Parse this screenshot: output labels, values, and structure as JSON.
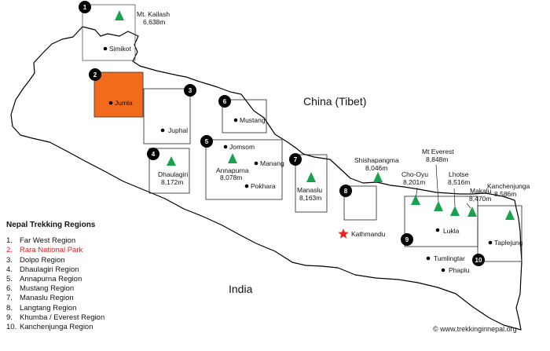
{
  "country_labels": {
    "north": "China (Tibet)",
    "south": "India"
  },
  "peaks": [
    {
      "name": "Mt. Kailash",
      "elevation": "6,638m"
    },
    {
      "name": "Dhaulagiri",
      "elevation": "8,172m"
    },
    {
      "name": "Annapurna",
      "elevation": "8,078m"
    },
    {
      "name": "Manaslu",
      "elevation": "8,163m"
    },
    {
      "name": "Shishapangma",
      "elevation": "8,046m"
    },
    {
      "name": "Cho-Oyu",
      "elevation": "8,201m"
    },
    {
      "name": "Mt Everest",
      "elevation": "8,848m"
    },
    {
      "name": "Lhotse",
      "elevation": "8,516m"
    },
    {
      "name": "Makalu",
      "elevation": "8,470m"
    },
    {
      "name": "Kanchenjunga",
      "elevation": "8,586m"
    }
  ],
  "towns": [
    "Simikot",
    "Jumla",
    "Juphal",
    "Mustang",
    "Jomsom",
    "Manang",
    "Pokhara",
    "Lukla",
    "Tumlingtar",
    "Phaplu",
    "Taplejung"
  ],
  "capital": "Kathmandu",
  "region_numbers": [
    "1",
    "2",
    "3",
    "4",
    "5",
    "6",
    "7",
    "8",
    "9",
    "10"
  ],
  "highlighted_region": "2",
  "colors": {
    "highlight_fill": "#f26b1d",
    "peak": "#1aa251",
    "capital_star": "#e8231f",
    "highlight_text": "#e02020"
  },
  "icons": {
    "peak": "triangle-icon",
    "town": "dot-icon",
    "capital": "star-icon"
  },
  "legend": {
    "title": "Nepal Trekking Regions",
    "items": [
      {
        "num": "1.",
        "label": "Far West Region"
      },
      {
        "num": "2.",
        "label": "Rara National Park"
      },
      {
        "num": "3.",
        "label": "Dolpo Region"
      },
      {
        "num": "4.",
        "label": "Dhaulagiri Region"
      },
      {
        "num": "5.",
        "label": "Annapurna Region"
      },
      {
        "num": "6.",
        "label": "Mustang Region"
      },
      {
        "num": "7.",
        "label": "Manaslu Region"
      },
      {
        "num": "8.",
        "label": "Langtang Region"
      },
      {
        "num": "9.",
        "label": "Khumba / Everest Region"
      },
      {
        "num": "10.",
        "label": "Kanchenjunga Region"
      }
    ]
  },
  "credit": "© www.trekkinginnepal.org"
}
